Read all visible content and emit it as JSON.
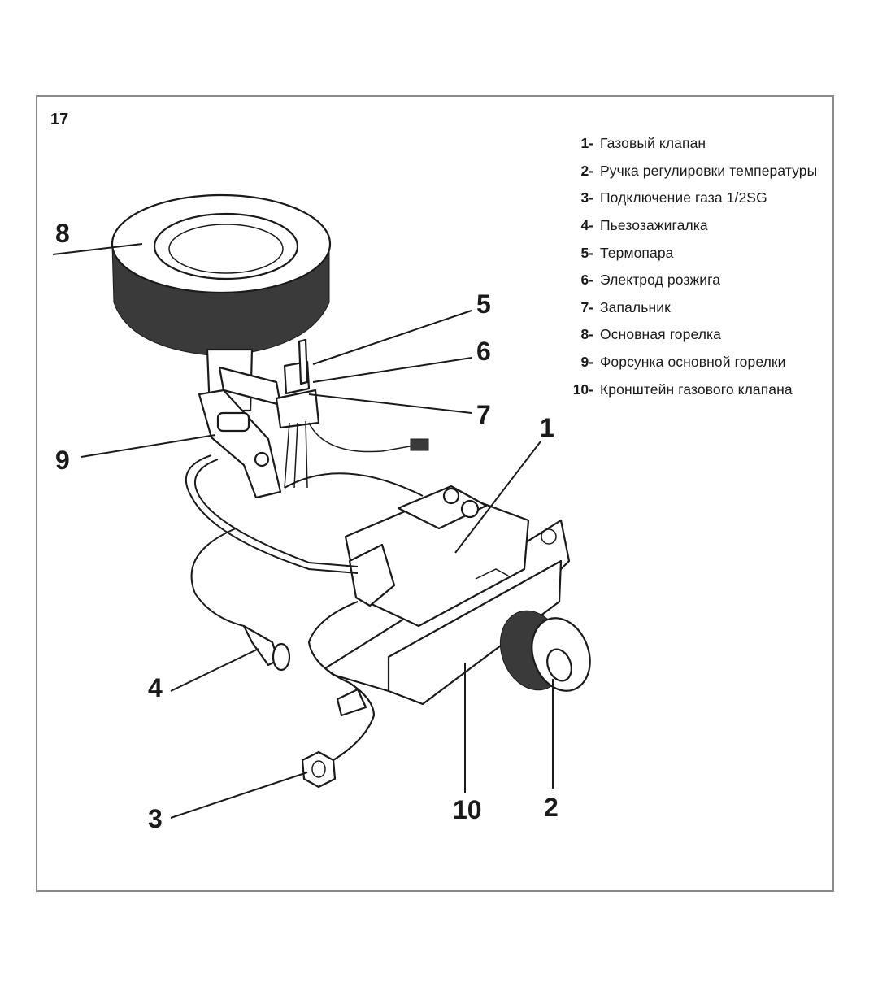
{
  "figure_number": "17",
  "legend": [
    {
      "num": "1-",
      "text": "Газовый клапан"
    },
    {
      "num": "2-",
      "text": "Ручка регулировки температуры"
    },
    {
      "num": "3-",
      "text": "Подключение газа 1/2SG"
    },
    {
      "num": "4-",
      "text": "Пьезозажигалка"
    },
    {
      "num": "5-",
      "text": "Термопара"
    },
    {
      "num": "6-",
      "text": "Электрод розжига"
    },
    {
      "num": "7-",
      "text": "Запальник"
    },
    {
      "num": "8-",
      "text": "Основная горелка"
    },
    {
      "num": "9-",
      "text": "Форсунка основной горелки"
    },
    {
      "num": "10-",
      "text": "Кронштейн газового клапана"
    }
  ],
  "callouts": {
    "c1": "1",
    "c2": "2",
    "c3": "3",
    "c4": "4",
    "c5": "5",
    "c6": "6",
    "c7": "7",
    "c8": "8",
    "c9": "9",
    "c10": "10"
  }
}
